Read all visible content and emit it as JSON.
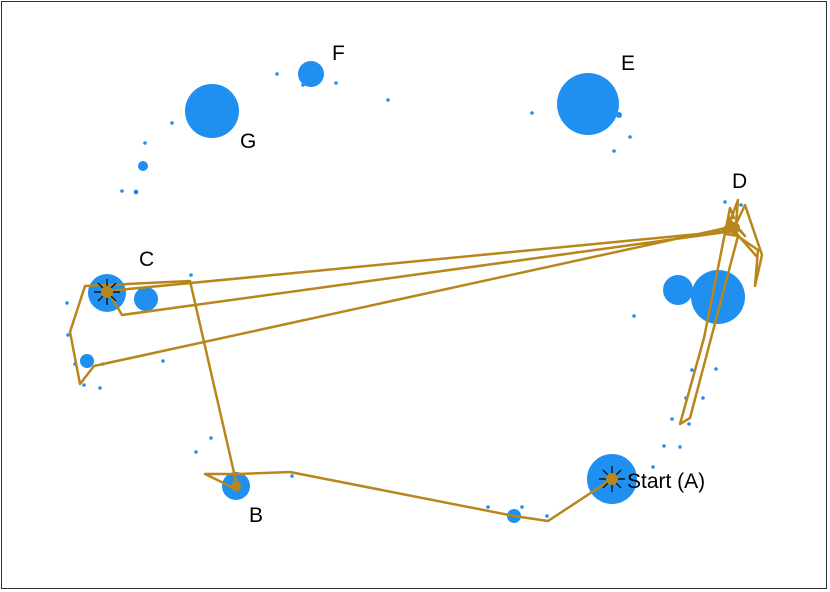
{
  "colors": {
    "node": "#1f8ff0",
    "path": "#b8861b",
    "cluster_marker": "#000000",
    "frame": "#333333",
    "background": "#ffffff"
  },
  "labels": {
    "a": "Start (A)",
    "b": "B",
    "c": "C",
    "d": "D",
    "e": "E",
    "f": "F",
    "g": "G"
  }
}
